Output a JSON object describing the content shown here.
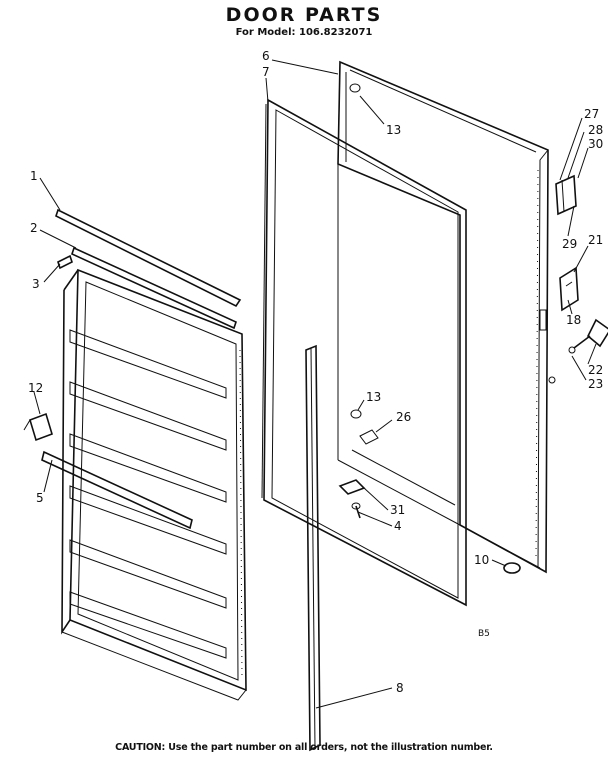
{
  "title": "DOOR PARTS",
  "subtitle": "For Model: 106.8232071",
  "caution": "CAUTION: Use the part number on all orders, not the illustration number.",
  "footer_code": "B5",
  "callouts": [
    "1",
    "2",
    "3",
    "4",
    "5",
    "6",
    "7",
    "8",
    "10",
    "12",
    "13",
    "13",
    "18",
    "21",
    "22",
    "23",
    "26",
    "27",
    "28",
    "29",
    "30",
    "31"
  ]
}
